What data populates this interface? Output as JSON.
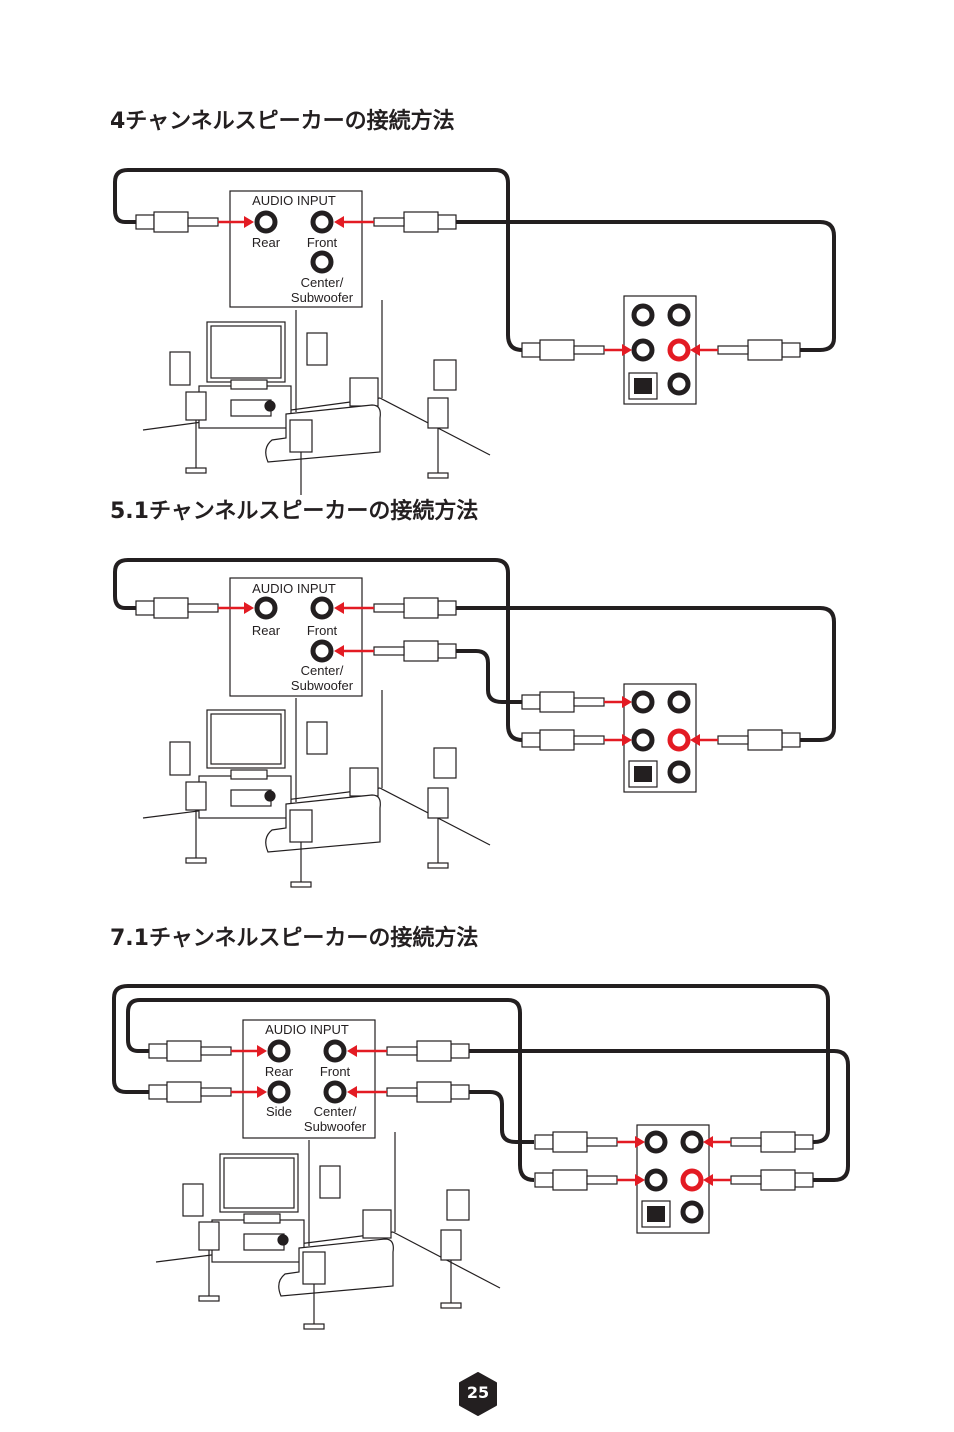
{
  "sections": [
    {
      "title": "4チャンネルスピーカーの接続方法",
      "labels": {
        "box_title": "AUDIO INPUT",
        "rear": "Rear",
        "front": "Front",
        "center": "Center/",
        "sub": "Subwoofer"
      }
    },
    {
      "title": "5.1チャンネルスピーカーの接続方法",
      "labels": {
        "box_title": "AUDIO INPUT",
        "rear": "Rear",
        "front": "Front",
        "center": "Center/",
        "sub": "Subwoofer"
      }
    },
    {
      "title": "7.1チャンネルスピーカーの接続方法",
      "labels": {
        "box_title": "AUDIO INPUT",
        "rear": "Rear",
        "front": "Front",
        "side": "Side",
        "center": "Center/",
        "sub": "Subwoofer"
      }
    }
  ],
  "page_number": "25",
  "colors": {
    "accent": "#e31b23",
    "ink": "#231f20"
  }
}
